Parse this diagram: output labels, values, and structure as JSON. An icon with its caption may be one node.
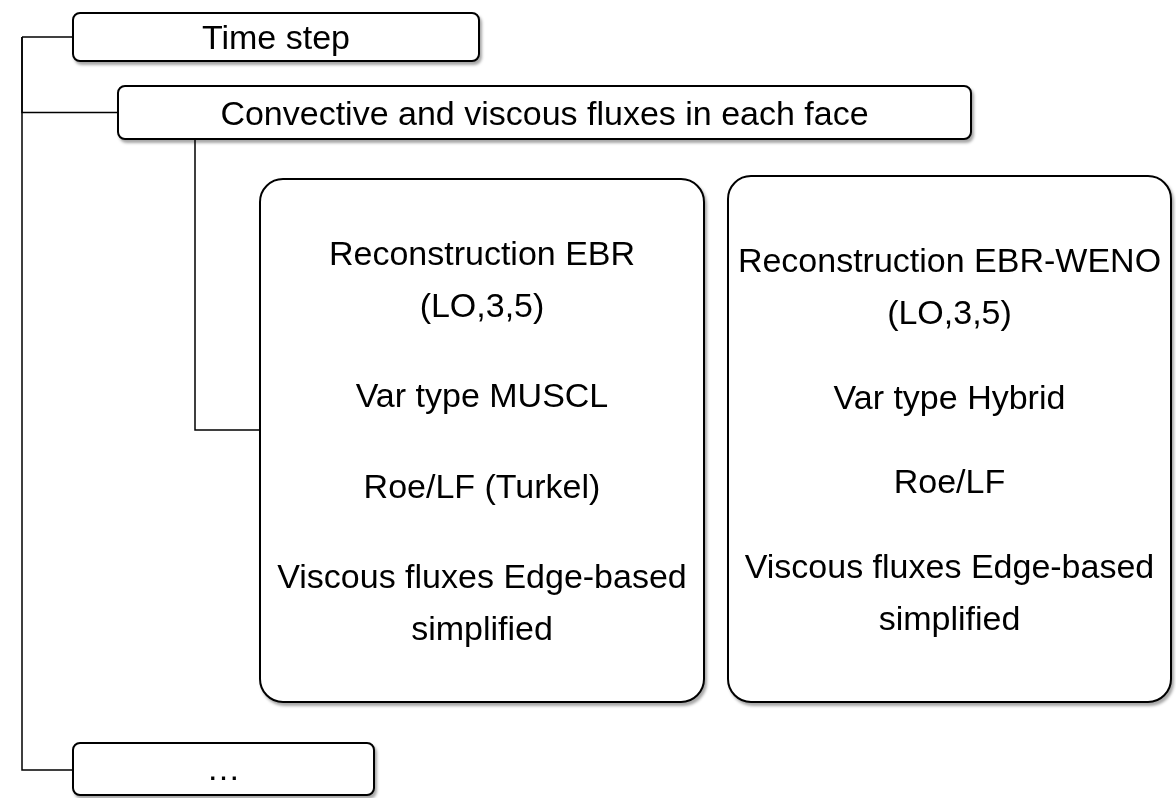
{
  "diagram": {
    "nodes": [
      {
        "text": [
          "Time step"
        ]
      },
      {
        "text": [
          "Convective and viscous fluxes in each face"
        ]
      },
      {
        "text": [
          "Reconstruction EBR (LO,3,5)",
          "Var type MUSCL",
          "Roe/LF (Turkel)",
          "Viscous fluxes Edge-based simplified"
        ]
      },
      {
        "text": [
          "Reconstruction EBR-WENO (LO,3,5)",
          "Var type Hybrid",
          "Roe/LF",
          "Viscous fluxes Edge-based simplified"
        ]
      },
      {
        "text": [
          "…"
        ]
      }
    ],
    "edges": [
      {
        "from": null,
        "to": 0,
        "arrow": "none"
      },
      {
        "from": null,
        "to": 1,
        "arrow": "none"
      },
      {
        "from": null,
        "to": 4,
        "arrow": "none"
      },
      {
        "from": 1,
        "to": 2,
        "arrow": "none"
      }
    ]
  }
}
